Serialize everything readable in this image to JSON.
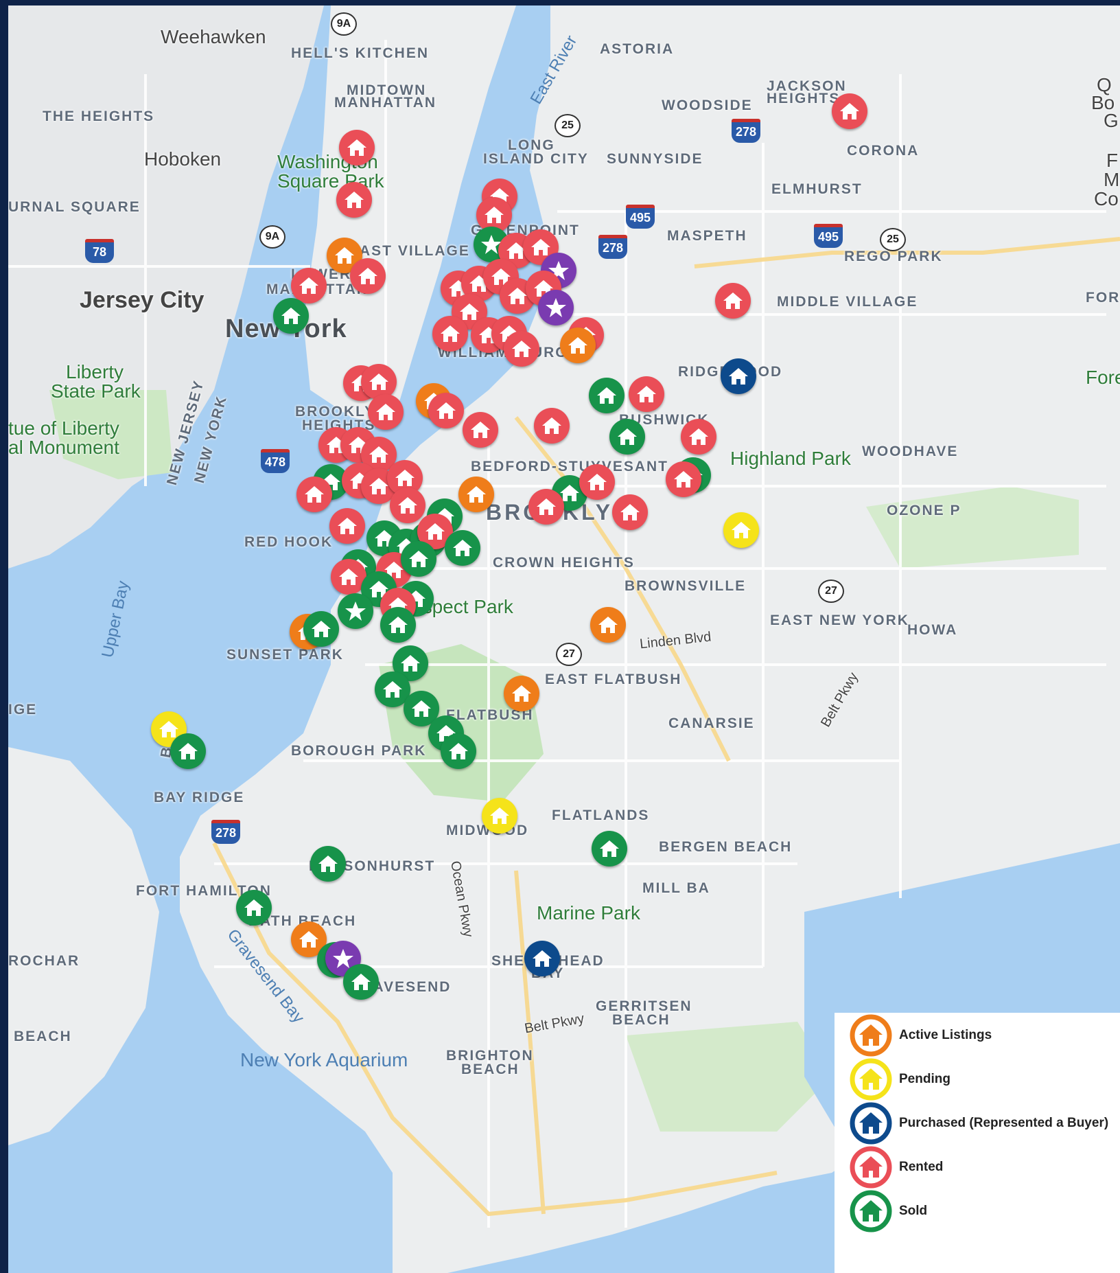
{
  "legend": {
    "items": [
      {
        "label": "Active Listings",
        "color": "#ef7d1a",
        "icon": "house-icon"
      },
      {
        "label": "Pending",
        "color": "#f5e31a",
        "icon": "house-icon"
      },
      {
        "label": "Purchased (Represented a Buyer)",
        "color": "#0d4a8c",
        "icon": "house-icon"
      },
      {
        "label": "Rented",
        "color": "#ea4e57",
        "icon": "house-icon"
      },
      {
        "label": "Sold",
        "color": "#17934a",
        "icon": "house-icon"
      }
    ]
  },
  "map_labels": {
    "weehawken": "Weehawken",
    "hells_kitchen": "HELL'S KITCHEN",
    "astoria": "ASTORIA",
    "midtown": "MIDTOWN",
    "manhattan": "MANHATTAN",
    "east_river": "East River",
    "jackson": "JACKSON",
    "heights": "HEIGHTS",
    "the_heights": "THE HEIGHTS",
    "woodside": "WOODSIDE",
    "hoboken": "Hoboken",
    "washington": "Washington",
    "square_park": "Square Park",
    "long": "LONG",
    "island_city": "ISLAND CITY",
    "sunnyside": "SUNNYSIDE",
    "corona": "CORONA",
    "journal_square": "URNAL SQUARE",
    "elmhurst": "ELMHURST",
    "greenpoint": "GREENPOINT",
    "maspeth": "MASPETH",
    "east_village": "EAST VILLAGE",
    "rego_park": "REGO PARK",
    "lower": "LOWER",
    "manhattan2": "MANHATTAN",
    "jersey_city": "Jersey City",
    "new_york": "New York",
    "middle_village": "MIDDLE VILLAGE",
    "forest": "FORES",
    "williamsburg": "WILLIAMSBURG",
    "liberty": "Liberty",
    "state_park": "State Park",
    "ridgewood": "RIDGEWOOD",
    "forest2": "Fores",
    "statue1": "tue of Liberty",
    "statue2": "al Monument",
    "brooklyn_heights1": "BROOKLYN",
    "brooklyn_heights2": "HEIGHTS",
    "bushwick": "BUSHWICK",
    "new_jersey": "NEW JERSEY",
    "new_york_state": "NEW YORK",
    "highland_park": "Highland Park",
    "woodhaven": "WOODHAVE",
    "bed_stuy": "BEDFORD-STUYVESANT",
    "brooklyn": "BROOKLYN",
    "ozone": "OZONE P",
    "red_hook": "RED HOOK",
    "crown_heights": "CROWN HEIGHTS",
    "brownsville": "BROWNSVILLE",
    "prospect_park": "Prospect Park",
    "upper_bay": "Upper Bay",
    "east_new_york": "EAST NEW YORK",
    "howard": "HOWA",
    "sunset_park": "SUNSET PARK",
    "linden": "Linden Blvd",
    "east_flatbush": "EAST FLATBUSH",
    "belt_pkwy": "Belt Pkwy",
    "edge": "IGE",
    "flatbush": "FLATBUSH",
    "canarsie": "CANARSIE",
    "borough_park": "BOROUGH PARK",
    "bay_ridge": "BAY RIDGE",
    "flatlands": "FLATLANDS",
    "midwood": "MIDWOOD",
    "bergen_beach": "BERGEN BEACH",
    "bensonhurst": "BENSONHURST",
    "ocean_pkwy": "Ocean Pkwy",
    "fort_hamilton": "FORT HAMILTON",
    "mill_basin": "MILL BA",
    "marine_park": "Marine Park",
    "bath_beach": "BATH BEACH",
    "gravesend_bay": "Gravesend Bay",
    "rochar": "ROCHAR",
    "sheepshead": "SHEEPSHEAD",
    "bay": "BAY",
    "gravesend": "GRAVESEND",
    "gerritsen1": "GERRITSEN",
    "gerritsen2": "BEACH",
    "belt_pkwy2": "Belt Pkwy",
    "beach": "BEACH",
    "aquarium": "New York Aquarium",
    "brighton1": "BRIGHTON",
    "brighton2": "BEACH",
    "queens_edge1": "Q",
    "queens_edge2": "Bo",
    "queens_edge3": "G",
    "queens_edge4": "F",
    "queens_edge5": "M",
    "queens_edge6": "Co",
    "belt_pkwy3": "Belt"
  },
  "shields": {
    "r9a_top": "9A",
    "i278_a": "278",
    "r25_a": "25",
    "i78": "78",
    "r9a_mid": "9A",
    "i495_a": "495",
    "i278_b": "278",
    "i495_b": "495",
    "r25_b": "25",
    "i478": "478",
    "r27_a": "27",
    "r27_b": "27",
    "i278_c": "278"
  },
  "markers": [
    {
      "status": "Rented",
      "color": "#ea4e57"
    },
    {
      "status": "Sold",
      "color": "#17934a"
    },
    {
      "status": "Active Listings",
      "color": "#ef7d1a"
    },
    {
      "status": "Pending",
      "color": "#f5e31a"
    },
    {
      "status": "Purchased (Represented a Buyer)",
      "color": "#0d4a8c"
    },
    {
      "status": "Featured",
      "color": "#7a3bb0"
    }
  ]
}
